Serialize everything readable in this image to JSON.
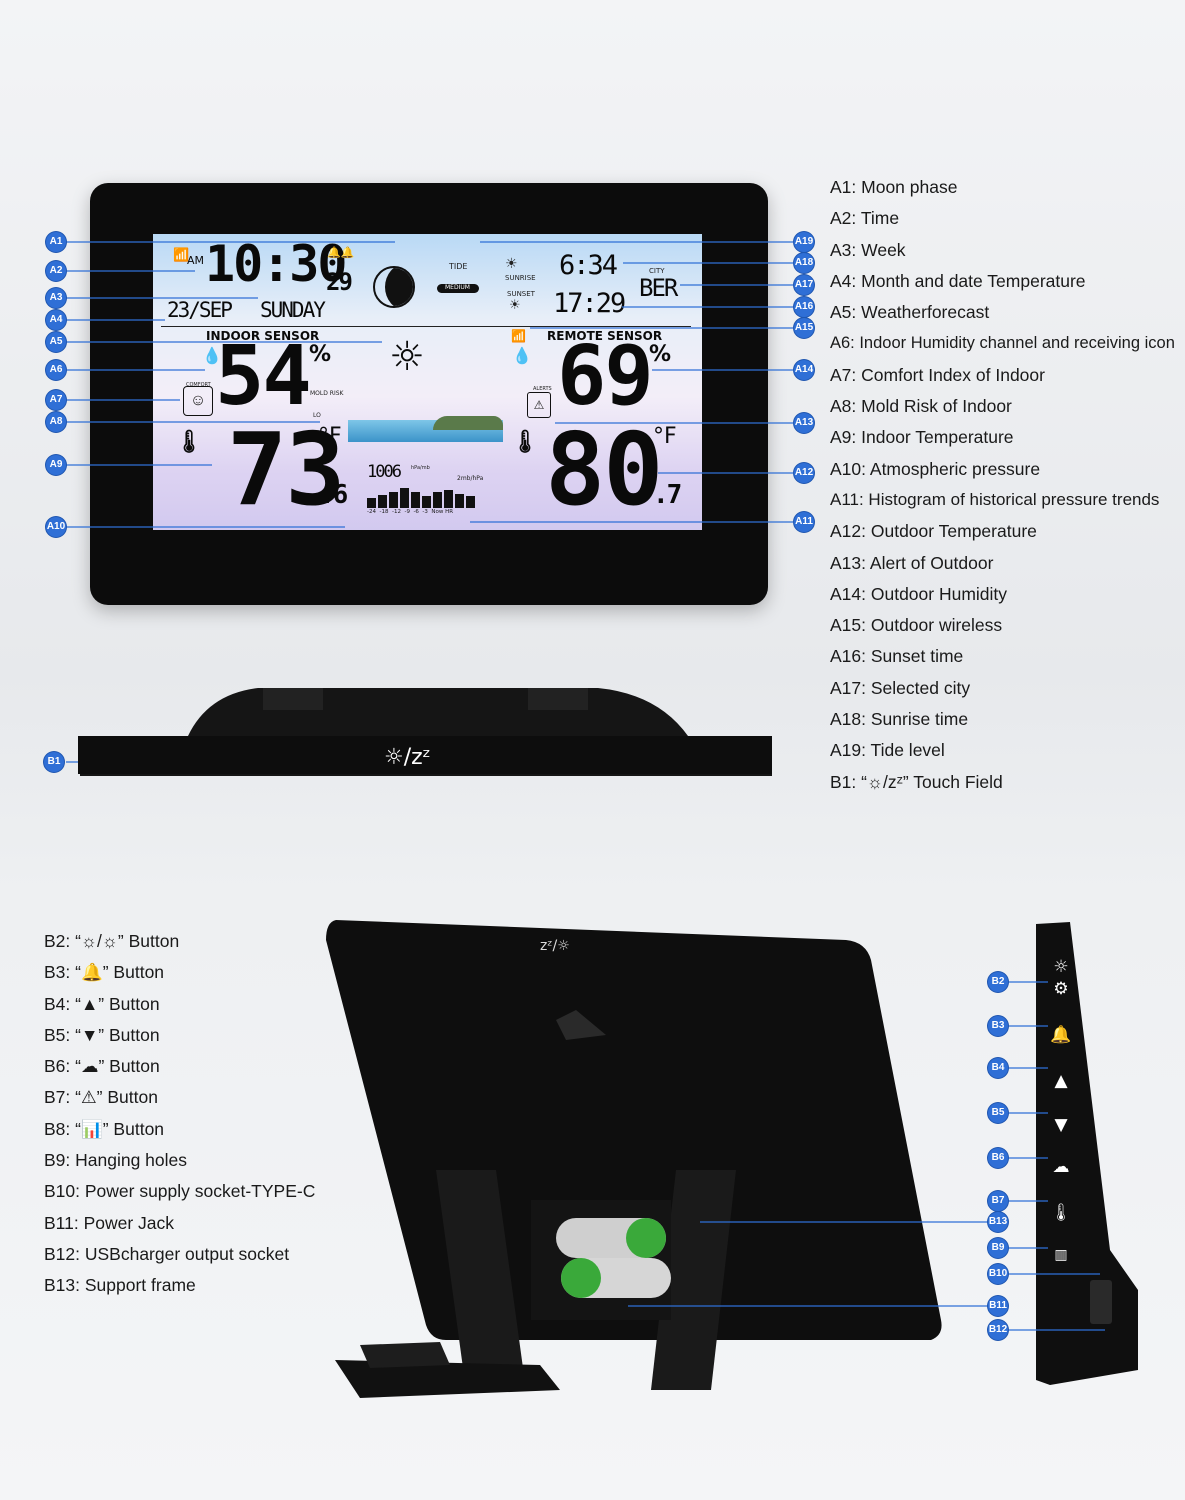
{
  "legend_a": [
    "A1: Moon phase",
    "A2: Time",
    "A3: Week",
    "A4: Month and date  Temperature",
    "A5: Weatherforecast",
    "A6: Indoor Humidity channel and receiving icon",
    "A7: Comfort Index of Indoor",
    "A8: Mold Risk of Indoor",
    "A9: Indoor Temperature",
    "A10: Atmospheric pressure",
    "A11: Histogram of historical pressure trends",
    "A12: Outdoor Temperature",
    "A13: Alert of Outdoor",
    "A14: Outdoor Humidity",
    "A15: Outdoor wireless",
    "A16: Sunset time",
    "A17: Selected city",
    "A18: Sunrise time",
    "A19: Tide level",
    "B1: “☼/zᶻ” Touch Field"
  ],
  "legend_b": [
    "B2: “☼/☼” Button",
    "B3: “🔔” Button",
    "B4: “▲” Button",
    "B5: “▼” Button",
    "B6: “☁” Button",
    "B7: “⚠” Button",
    "B8: “📊” Button",
    "B9: Hanging holes",
    "B10: Power supply socket-TYPE-C",
    "B11: Power Jack",
    "B12: USBcharger output socket",
    "B13: Support frame"
  ],
  "badges_left": [
    "A1",
    "A2",
    "A3",
    "A4",
    "A5",
    "A6",
    "A7",
    "A8",
    "A9",
    "A10"
  ],
  "badges_right": [
    "A19",
    "A18",
    "A17",
    "A16",
    "A15",
    "A14",
    "A13",
    "A12",
    "A11"
  ],
  "badge_b1": "B1",
  "badges_back": [
    "B2",
    "B3",
    "B4",
    "B5",
    "B6",
    "B7",
    "B13",
    "B9",
    "B10",
    "B11",
    "B12"
  ],
  "lcd": {
    "am": "AM",
    "time": "10:30",
    "seconds": "29",
    "date": "23/SEP",
    "weekday": "SUNDAY",
    "tide": "TIDE",
    "tide_level": "MEDIUM",
    "sunrise_label": "SUNRISE",
    "sunrise": "6:34",
    "sunset_label": "SUNSET",
    "sunset": "17:29",
    "city_label": "CITY",
    "city": "BER",
    "indoor_label": "INDOOR SENSOR",
    "remote_label": "REMOTE SENSOR",
    "indoor_humidity": "54",
    "outdoor_humidity": "69",
    "percent": "%",
    "comfort_label": "COMFORT",
    "mold_label": "MOLD RISK",
    "mold_level": "LO",
    "alerts_label": "ALERTS",
    "indoor_temp": "73",
    "indoor_temp_dec": ".6",
    "outdoor_temp": "80",
    "outdoor_temp_dec": ".7",
    "unit_f": "°F",
    "pressure": "1006",
    "pressure_unit": "hPa/mb",
    "pressure_scale": "2mb/hPa",
    "hist_labels": [
      "-24",
      "-18",
      "-12",
      "-9",
      "-6",
      "-3",
      "Now",
      "HR"
    ]
  },
  "touch_field": "☼/zᶻ",
  "back_top": "zᶻ/☼",
  "colors": {
    "badge": "#2f6fd6",
    "device": "#0c0c0c"
  }
}
